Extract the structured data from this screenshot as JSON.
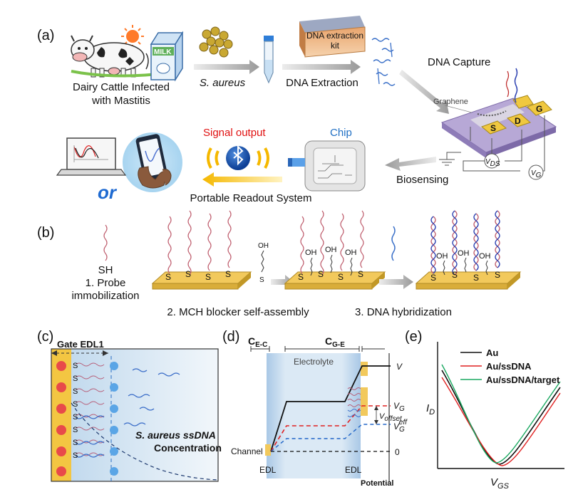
{
  "panel_a": {
    "label": "(a)",
    "cattle_caption_line1": "Dairy Cattle Infected",
    "cattle_caption_line2": "with Mastitis",
    "milk_text": "MILK",
    "bacteria_label": "S. aureus",
    "kit_line1": "DNA extraction",
    "kit_line2": "kit",
    "extraction_label": "DNA Extraction",
    "capture_label": "DNA Capture",
    "graphene_label": "Graphene",
    "electrode_s": "S",
    "electrode_d": "D",
    "electrode_g": "G",
    "vds_label": "V",
    "vds_sub": "DS",
    "vg_label": "V",
    "vg_sub": "G",
    "biosensing_label": "Biosensing",
    "chip_label": "Chip",
    "signal_output_label": "Signal output",
    "readout_label": "Portable Readout System",
    "or_label": "or",
    "colors": {
      "signal": "#e01010",
      "chip": "#1f6fc4",
      "or": "#1e6ad1",
      "arrow_gold": "#f5b800"
    }
  },
  "panel_b": {
    "label": "(b)",
    "sh_label": "SH",
    "step1_line1": "1. Probe",
    "step1_line2": "immobilization",
    "step2_label": "2. MCH blocker self-assembly",
    "step3_label": "3. DNA hybridization",
    "mch_top": "OH",
    "mch_bottom": "S",
    "oh_label": "OH",
    "s_label": "S"
  },
  "panel_c": {
    "label": "(c)",
    "gate_label": "Gate EDL1",
    "s_label": "S",
    "concentration_line1": "S. aureus ssDNA",
    "concentration_line2": "Concentration"
  },
  "panel_d": {
    "label": "(d)",
    "cec_main": "C",
    "cec_sub": "E-C",
    "cge_main": "C",
    "cge_sub": "G-E",
    "electrolyte_label": "Electrolyte",
    "v_label": "V",
    "vg_label": "V",
    "vg_sub": "G",
    "voffset_label": "V",
    "voffset_sub": "offset",
    "vgeff_label": "V",
    "vgeff_sub": "G",
    "vgeff_sup": "eff",
    "zero_label": "0",
    "channel_label": "Channel",
    "edl_left": "EDL",
    "edl_right": "EDL",
    "potential_label": "Potential"
  },
  "panel_e": {
    "label": "(e)",
    "ylabel_main": "I",
    "ylabel_sub": "D",
    "xlabel_main": "V",
    "xlabel_sub": "GS",
    "legend": [
      {
        "name": "Au",
        "color": "#111111"
      },
      {
        "name": "Au/ssDNA",
        "color": "#e02020"
      },
      {
        "name": "Au/ssDNA/target",
        "color": "#1aa860"
      }
    ]
  }
}
